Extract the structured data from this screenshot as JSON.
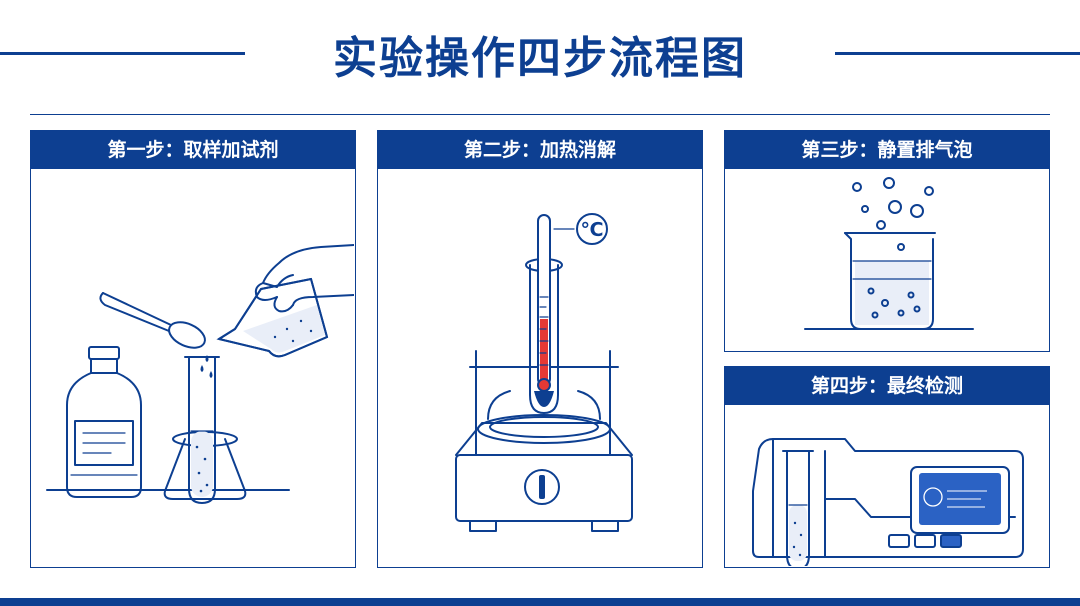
{
  "title": "实验操作四步流程图",
  "steps": [
    {
      "label": "第一步：取样加试剂"
    },
    {
      "label": "第二步：加热消解"
    },
    {
      "label": "第三步：静置排气泡"
    },
    {
      "label": "第四步：最终检测"
    }
  ],
  "thermometer_unit": "℃",
  "colors": {
    "primary": "#0d3f91",
    "accent": "#e53935",
    "screen": "#2b62c4"
  }
}
